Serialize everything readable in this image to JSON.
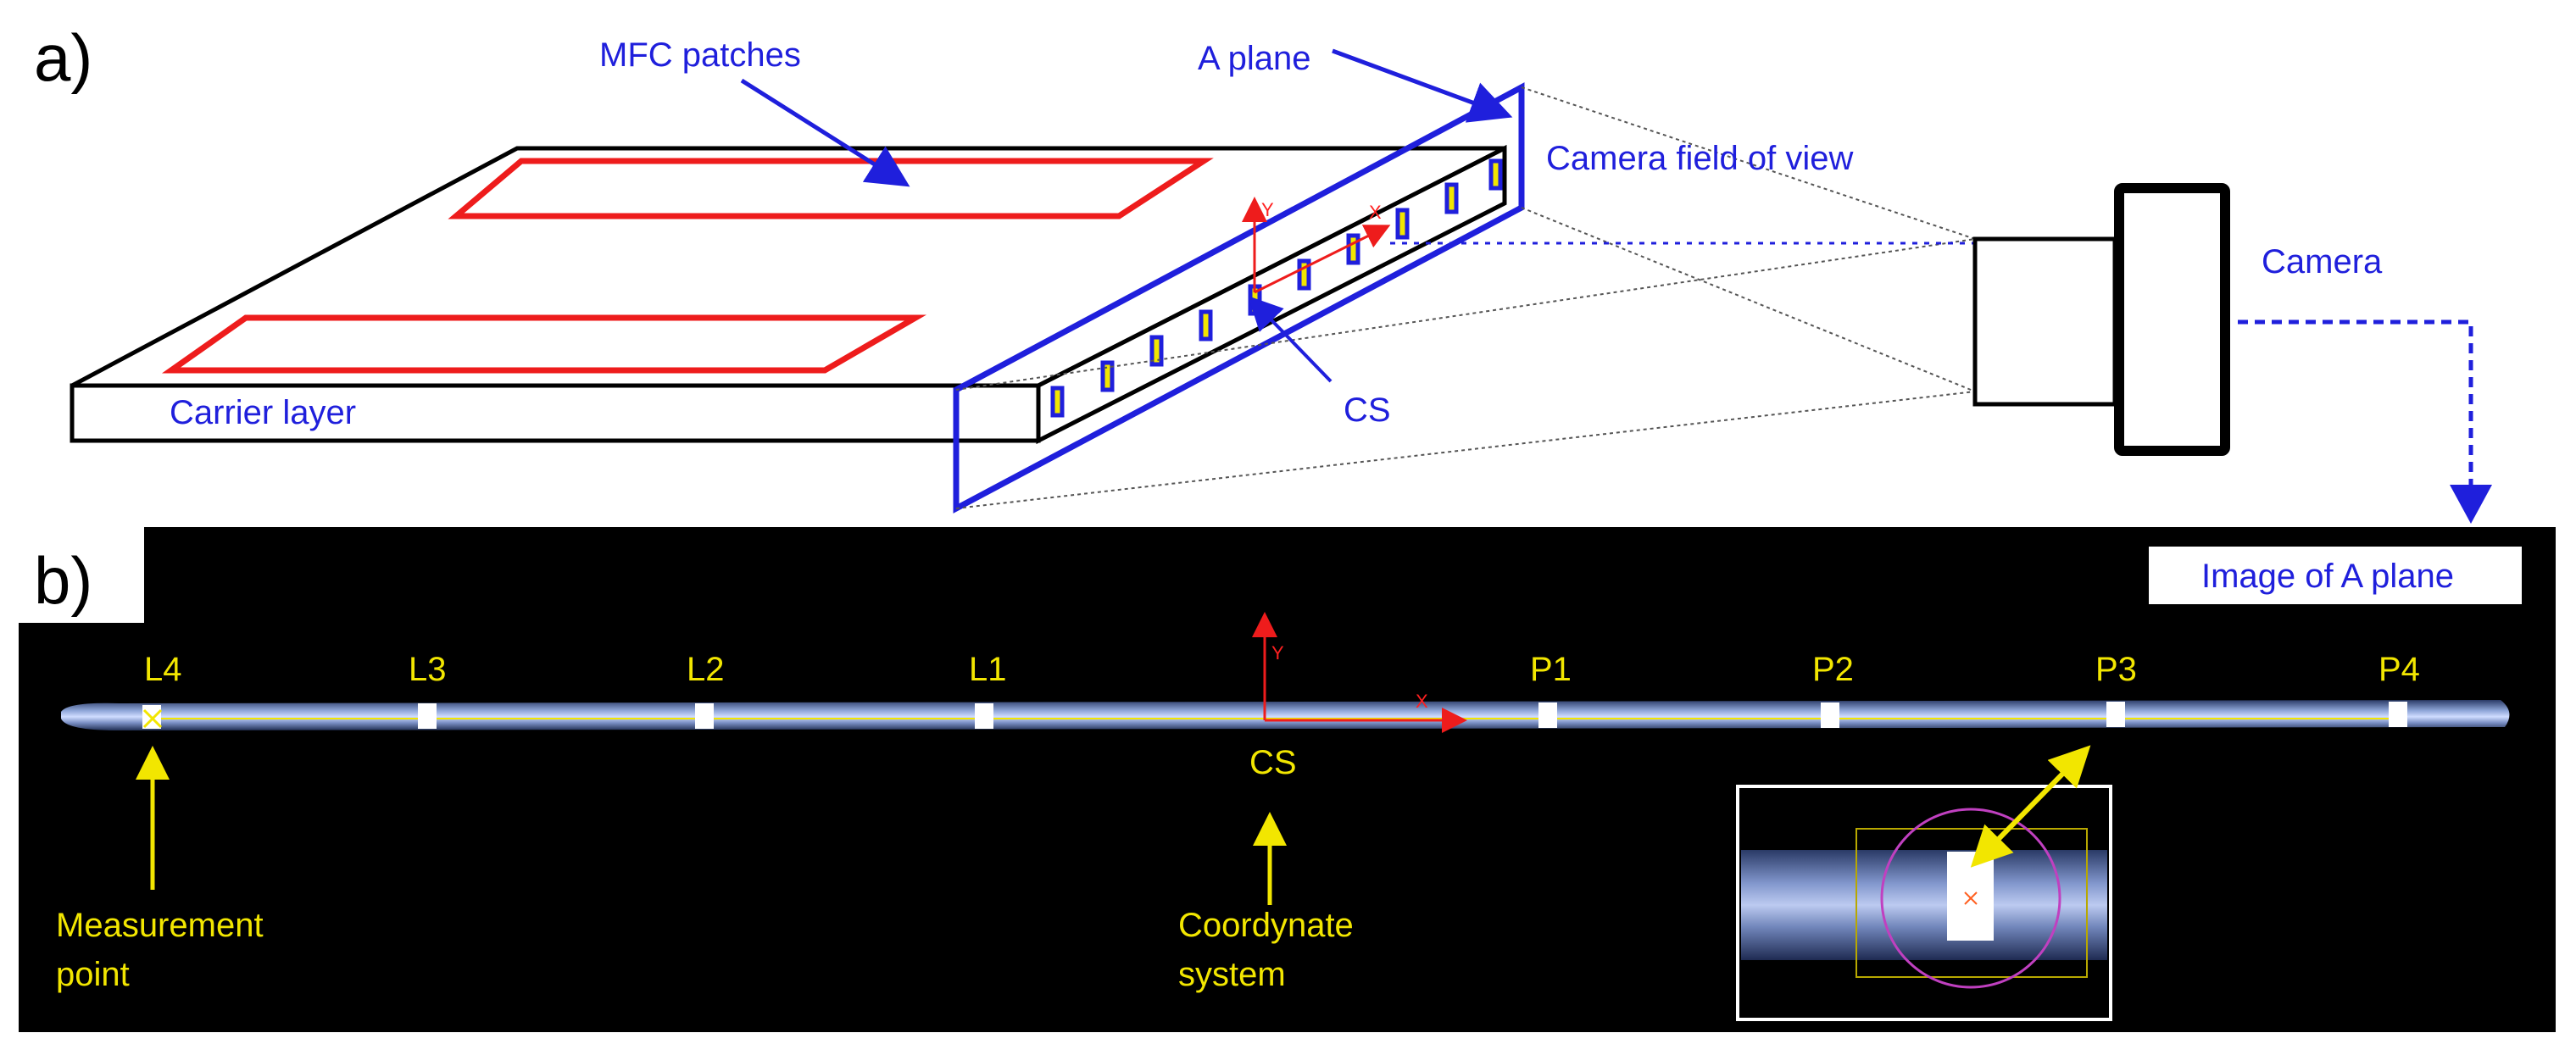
{
  "panel_a": {
    "letter": "a)",
    "labels": {
      "mfc_patches": "MFC patches",
      "a_plane": "A plane",
      "camera_field_of_view": "Camera field of view",
      "camera": "Camera",
      "carrier_layer": "Carrier layer",
      "cs": "CS",
      "axis_x": "X",
      "axis_y": "Y"
    }
  },
  "panel_b": {
    "letter": "b)",
    "image_title": "Image of A plane",
    "points": [
      "L4",
      "L3",
      "L2",
      "L1",
      "P1",
      "P2",
      "P3",
      "P4"
    ],
    "cs_label": "CS",
    "axis_x": "X",
    "axis_y": "Y",
    "measurement_point_line1": "Measurement",
    "measurement_point_line2": "point",
    "coordinate_system_line1": "Coordynate",
    "coordinate_system_line2": "system"
  },
  "colors": {
    "blue": "#1f1fdc",
    "red": "#ee1c1c",
    "yellow": "#f2e600",
    "black": "#000000",
    "magenta": "#c040c0"
  }
}
